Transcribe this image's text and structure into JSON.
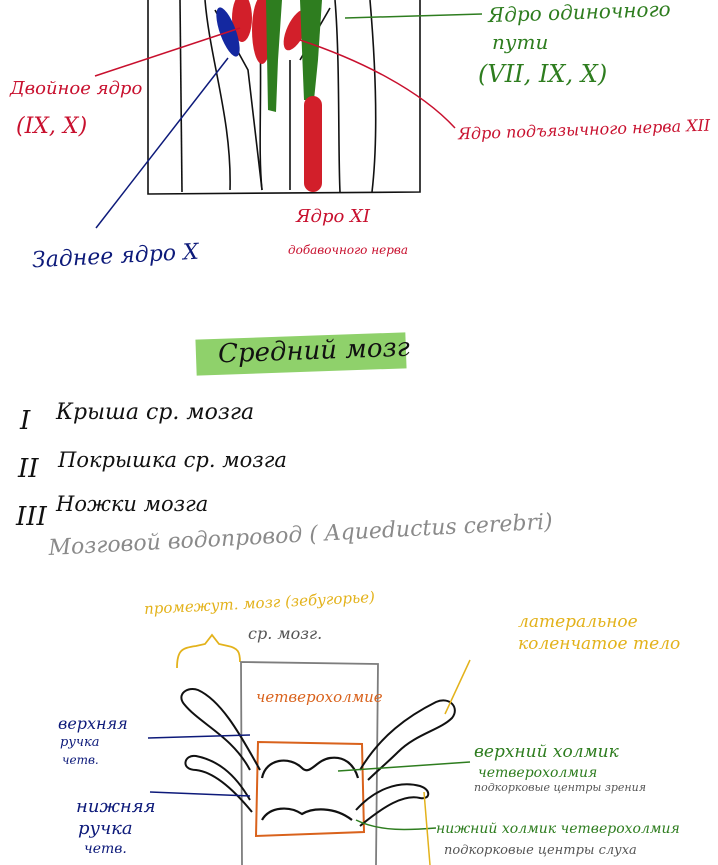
{
  "medulla": {
    "solitary_nucleus": {
      "line1": "Ядро одиночного",
      "line2": "пути",
      "nerves": "(VII, IX, X)"
    },
    "dorsal_nucleus": "Двойное ядро",
    "dorsal_nerves": "(IX, X)",
    "hypoglossal_nucleus": "Ядро подъязычного нерва XII",
    "accessory_line1": "Ядро XI",
    "accessory_line2": "добавочного нерва",
    "posterior_nucleus": "Заднее ядро X"
  },
  "section": {
    "title": "Средний мозг",
    "items": [
      {
        "numeral": "I",
        "text": "Крыша ср. мозга"
      },
      {
        "numeral": "II",
        "text": "Покрышка ср. мозга"
      },
      {
        "numeral": "III",
        "text": "Ножки мозга"
      }
    ],
    "aqueduct": "Мозговой водопровод ( Aqueductus cerebri)"
  },
  "midbrain": {
    "diencephalon": "промежут. мозг (зебугорье)",
    "midbrain_label": "ср. мозг.",
    "quadrigemina": "четверохолмие",
    "lateral_geniculate_line1": "латеральное",
    "lateral_geniculate_line2": "коленчатое тело",
    "upper_arm_line1": "верхняя",
    "upper_arm_line2": "ручка",
    "upper_arm_line3": "четв.",
    "lower_arm_line1": "нижняя",
    "lower_arm_line2": "ручка",
    "lower_arm_line3": "четв.",
    "superior_colliculus_line1": "верхний холмик",
    "superior_colliculus_line2": "четверохолмия",
    "superior_colliculus_line3": "подкорковые центры зрения",
    "inferior_colliculus_line1": "нижний холмик четверохолмия",
    "inferior_colliculus_line2": "подкорковые центры слуха"
  },
  "colors": {
    "red": "#c8102e",
    "green": "#2e7d1f",
    "blue": "#0d1a7a",
    "highlight": "#8fd16b",
    "yellow": "#e3b21b",
    "orange": "#d9621c",
    "gray": "#8a8a8a"
  }
}
